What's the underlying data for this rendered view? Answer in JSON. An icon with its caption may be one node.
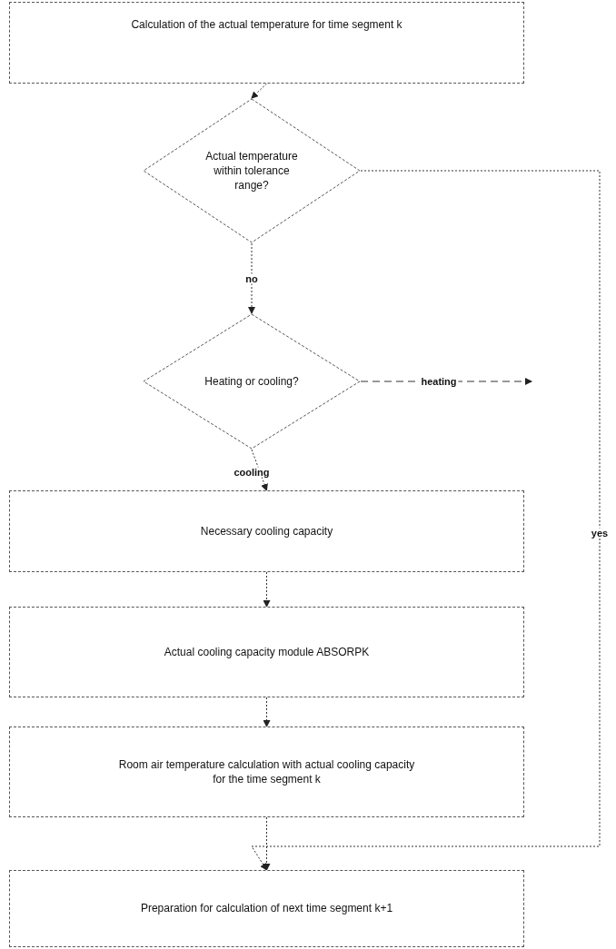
{
  "diagram": {
    "nodes": [
      {
        "text": [
          "Calculation of the actual temperature for time segment k"
        ]
      },
      {
        "text": [
          "Actual temperature within tolerance range?"
        ]
      },
      {
        "text": [
          "Heating or cooling?"
        ]
      },
      {
        "text": [
          "Necessary cooling capacity"
        ]
      },
      {
        "text": [
          "Actual cooling capacity module ABSORPK"
        ]
      },
      {
        "text": [
          "Room air temperature calculation with actual cooling capacity for the time segment k"
        ]
      },
      {
        "text": [
          "Preparation for calculation of next time segment k+1"
        ]
      }
    ],
    "edges": [
      {
        "from": 0,
        "to": 1,
        "arrow": "to"
      },
      {
        "from": 1,
        "to": 2,
        "arrow": "to",
        "label": "no"
      },
      {
        "from": 2,
        "to": null,
        "arrow": "to",
        "label": "heating",
        "style": "dashed"
      },
      {
        "from": 2,
        "to": 3,
        "arrow": "to",
        "label": "cooling"
      },
      {
        "from": 3,
        "to": 4,
        "arrow": "to"
      },
      {
        "from": 4,
        "to": 5,
        "arrow": "to"
      },
      {
        "from": 5,
        "to": 6,
        "arrow": "to"
      },
      {
        "from": 1,
        "to": 6,
        "arrow": "to",
        "label": "yes"
      }
    ]
  }
}
